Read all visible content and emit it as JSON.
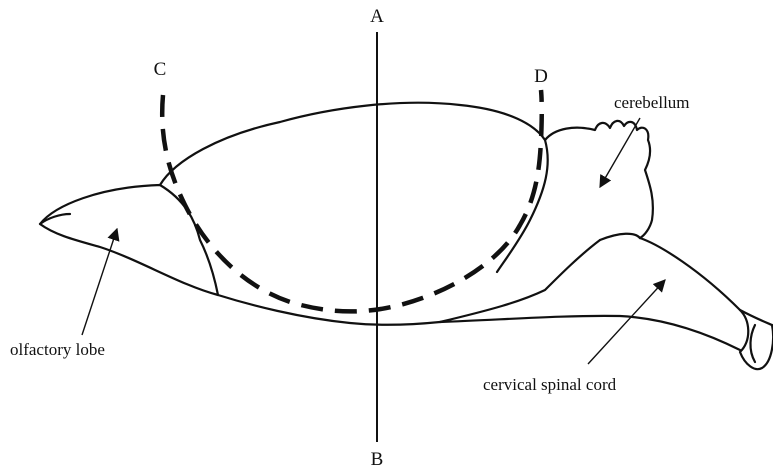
{
  "labels": {
    "A": "A",
    "B": "B",
    "C": "C",
    "D": "D",
    "olfactory_lobe": "olfactory lobe",
    "cerebellum": "cerebellum",
    "cervical_spinal_cord": "cervical spinal cord"
  }
}
